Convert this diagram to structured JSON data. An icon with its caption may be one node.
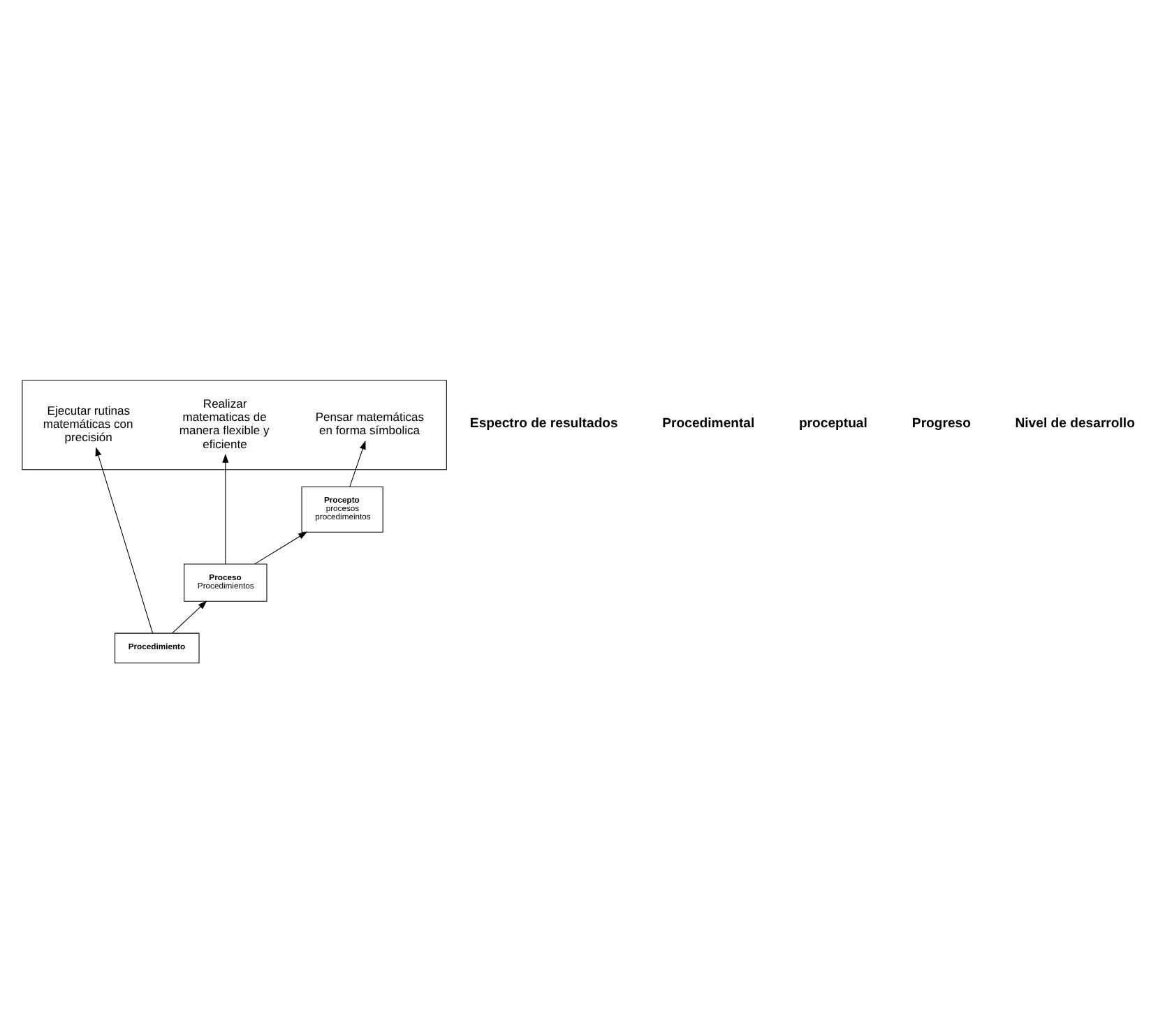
{
  "diagram": {
    "nodes": [
      {
        "text": [],
        "shape": "box"
      },
      {
        "text": [
          "Ejecutar rutinas matemáticas con precisión"
        ],
        "in": 0
      },
      {
        "text": [
          "Realizar matematicas de manera flexible y eficiente"
        ],
        "in": 0
      },
      {
        "text": [
          "Pensar matemáticas en forma símbolica"
        ],
        "in": 0
      },
      {
        "text": [
          "Procedimiento"
        ]
      },
      {
        "text": [
          "Proceso",
          "Procedimientos"
        ]
      },
      {
        "text": [
          "Procepto",
          "procesos procedimeintos"
        ]
      }
    ],
    "edges": [
      {
        "from": 4,
        "to": 1,
        "arrow": "to"
      },
      {
        "from": 4,
        "to": 5,
        "arrow": "to"
      },
      {
        "from": 5,
        "to": 2,
        "arrow": "to"
      },
      {
        "from": 5,
        "to": 6,
        "arrow": "to"
      },
      {
        "from": 6,
        "to": 3,
        "arrow": "to"
      }
    ],
    "labels": [
      "Espectro de resultados",
      "Procedimental",
      "proceptual",
      "Progreso",
      "Nivel de desarrollo"
    ]
  }
}
